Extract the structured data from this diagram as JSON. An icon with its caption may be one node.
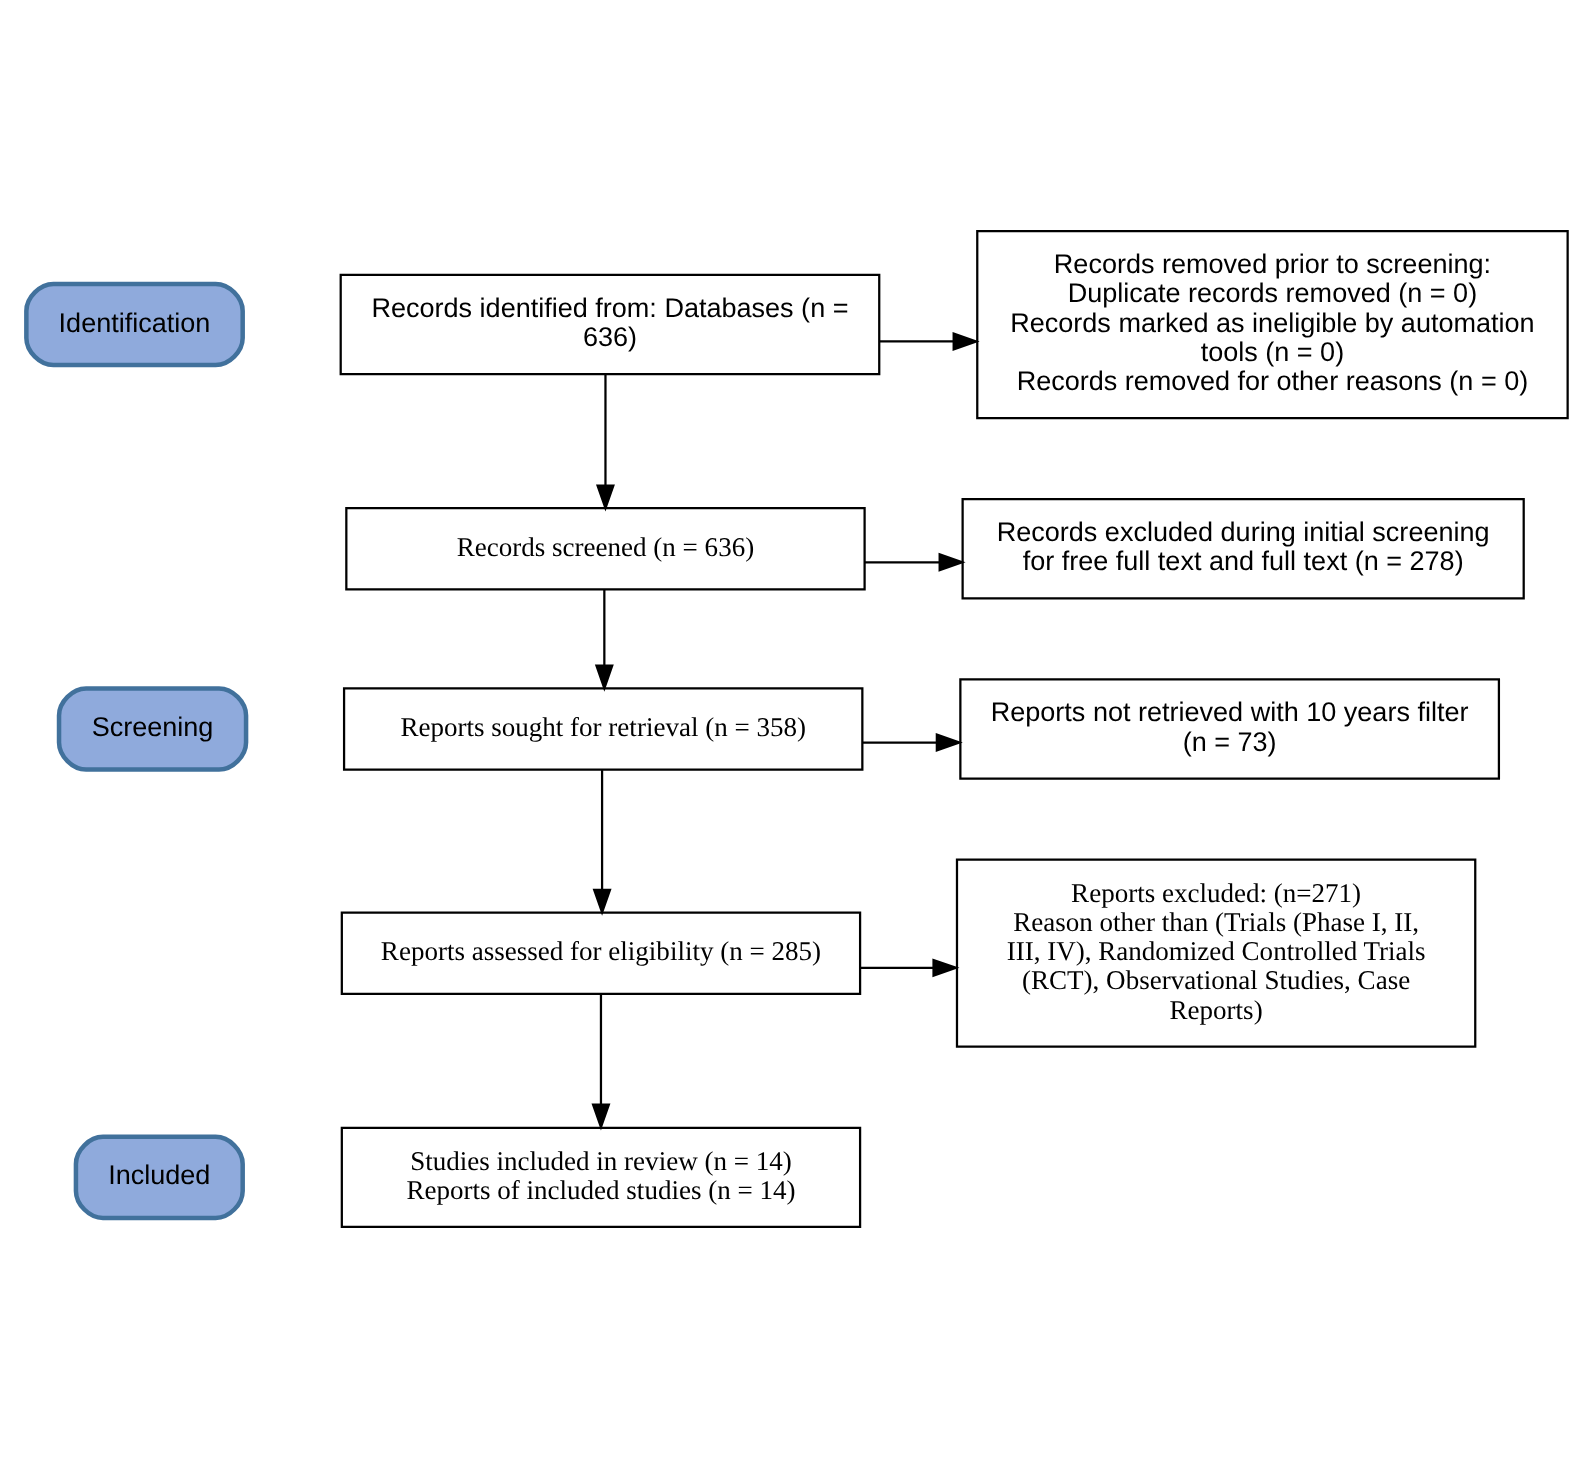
{
  "diagram": {
    "nodes": [
      {
        "text": [
          "Identification"
        ]
      },
      {
        "text": [
          "Records identified from: Databases (n = 636)"
        ]
      },
      {
        "text": [
          "Records removed prior to screening:",
          "Duplicate records removed (n = 0)",
          "Records marked as ineligible by automation tools (n = 0)",
          "Records removed for other reasons (n = 0)"
        ]
      },
      {
        "text": [
          "Screening"
        ]
      },
      {
        "text": [
          "Records screened (n = 636)"
        ]
      },
      {
        "text": [
          "Records excluded during initial screening for free full text and full text (n = 278)"
        ]
      },
      {
        "text": [
          "Reports sought for retrieval (n = 358)"
        ]
      },
      {
        "text": [
          "Reports not retrieved with 10 years filter (n = 73)"
        ]
      },
      {
        "text": [
          "Reports assessed for eligibility (n = 285)"
        ]
      },
      {
        "text": [
          "Reports excluded: (n=271)",
          "Reason other than (Trials (Phase I, II, III, IV), Randomized Controlled Trials (RCT), Observational Studies, Case Reports)"
        ]
      },
      {
        "text": [
          "Included"
        ]
      },
      {
        "text": [
          "Studies included in review (n = 14)",
          "Reports of included studies (n = 14)"
        ]
      }
    ],
    "edges": [
      {
        "from": 1,
        "to": 2,
        "arrow": "to"
      },
      {
        "from": 1,
        "to": 4,
        "arrow": "to"
      },
      {
        "from": 4,
        "to": 5,
        "arrow": "to"
      },
      {
        "from": 4,
        "to": 6,
        "arrow": "to"
      },
      {
        "from": 6,
        "to": 7,
        "arrow": "to"
      },
      {
        "from": 6,
        "to": 8,
        "arrow": "to"
      },
      {
        "from": 8,
        "to": 9,
        "arrow": "to"
      },
      {
        "from": 8,
        "to": 11,
        "arrow": "to"
      }
    ]
  }
}
